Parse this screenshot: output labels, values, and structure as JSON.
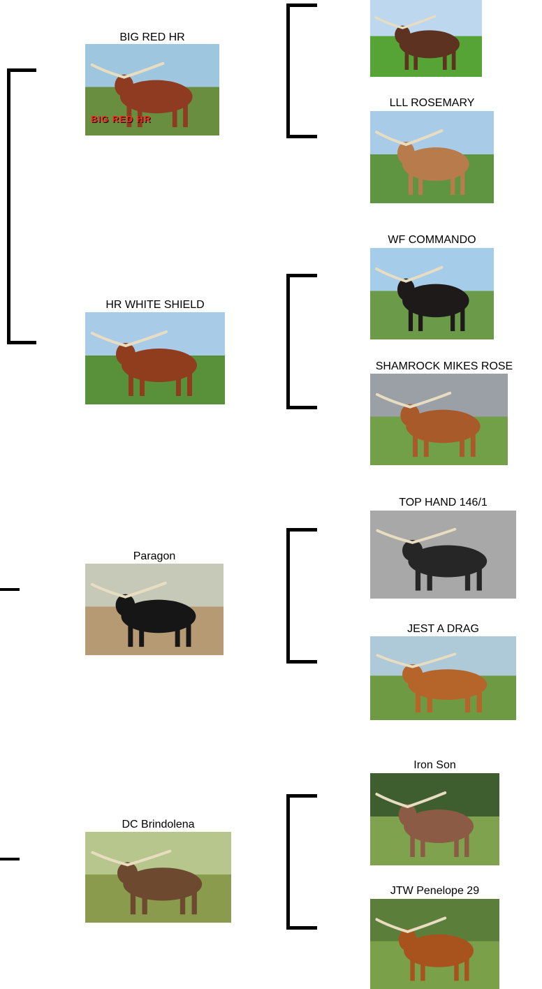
{
  "pedigree": {
    "parents": [
      {
        "id": "big-red-hr",
        "name": "BIG RED HR",
        "photo_caption": "BIG RED HR",
        "colors": {
          "sky": "#9fc6df",
          "ground": "#6a8e3f",
          "body": "#8e3b22"
        }
      },
      {
        "id": "hr-white-shield",
        "name": "HR WHITE SHIELD",
        "colors": {
          "sky": "#a8cbe8",
          "ground": "#58913a",
          "body": "#8f3d1c"
        }
      },
      {
        "id": "paragon",
        "name": "Paragon",
        "colors": {
          "sky": "#c7c9b8",
          "ground": "#b59a73",
          "body": "#161616"
        }
      },
      {
        "id": "dc-brindolena",
        "name": "DC Brindolena",
        "colors": {
          "sky": "#b7c68d",
          "ground": "#8a9b4d",
          "body": "#6d4a2f"
        }
      }
    ],
    "grandparents": [
      {
        "id": "top-cut-off",
        "name": "",
        "colors": {
          "sky": "#bcd7ee",
          "ground": "#56a336",
          "body": "#5d3220"
        }
      },
      {
        "id": "lll-rosemary",
        "name": "LLL ROSEMARY",
        "colors": {
          "sky": "#a8cbe8",
          "ground": "#5f9440",
          "body": "#b77b4c"
        }
      },
      {
        "id": "wf-commando",
        "name": "WF COMMANDO",
        "colors": {
          "sky": "#a5cde9",
          "ground": "#6b9a48",
          "body": "#1d1a19"
        }
      },
      {
        "id": "shamrock-mikes-rose",
        "name": "SHAMROCK MIKES ROSE",
        "colors": {
          "sky": "#9aa0a6",
          "ground": "#72a048",
          "body": "#a85a2a"
        }
      },
      {
        "id": "top-hand-146-1",
        "name": "TOP HAND 146/1",
        "colors": {
          "sky": "#a8a8a8",
          "ground": "#a8a8a8",
          "body": "#262626"
        }
      },
      {
        "id": "jest-a-drag",
        "name": "JEST A DRAG",
        "colors": {
          "sky": "#aec9d8",
          "ground": "#6f9a44",
          "body": "#b5652a"
        }
      },
      {
        "id": "iron-son",
        "name": "Iron Son",
        "colors": {
          "sky": "#3f5e2f",
          "ground": "#7ea24e",
          "body": "#8b5b45"
        }
      },
      {
        "id": "jtw-penelope-29",
        "name": "JTW Penelope 29",
        "colors": {
          "sky": "#5b7f3a",
          "ground": "#7aa04a",
          "body": "#a8531e"
        }
      }
    ]
  }
}
